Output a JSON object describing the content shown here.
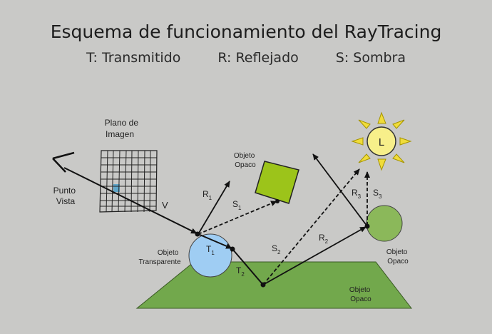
{
  "header": {
    "title": "Esquema de funcionamiento del RayTracing",
    "legend": [
      {
        "key": "T:",
        "label": "Transmitido"
      },
      {
        "key": "R:",
        "label": "Reflejado"
      },
      {
        "key": "S:",
        "label": "Sombra"
      }
    ]
  },
  "diagram": {
    "eye_label": [
      "Punto",
      "Vista"
    ],
    "image_plane_label": [
      "Plano de",
      "Imagen"
    ],
    "cube_label": [
      "Objeto",
      "Opaco"
    ],
    "sphere_label": [
      "Objeto",
      "Transparente"
    ],
    "plane_label": [
      "Objeto",
      "Opaco"
    ],
    "right_sphere_label": [
      "Objeto",
      "Opaco"
    ],
    "light_label": "L",
    "rays": {
      "v": {
        "letter": "V",
        "sub": ""
      },
      "r1": {
        "letter": "R",
        "sub": "1"
      },
      "s1": {
        "letter": "S",
        "sub": "1"
      },
      "t1": {
        "letter": "T",
        "sub": "1"
      },
      "t2": {
        "letter": "T",
        "sub": "2"
      },
      "s2": {
        "letter": "S",
        "sub": "2"
      },
      "r2": {
        "letter": "R",
        "sub": "2"
      },
      "r3": {
        "letter": "R",
        "sub": "3"
      },
      "s3": {
        "letter": "S",
        "sub": "3"
      }
    },
    "colors": {
      "background": "#c9c9c7",
      "ground": "#72a84c",
      "cube": "#9cc41a",
      "transparent_sphere": "#9fcdf3",
      "opaque_sphere": "#8bb85a",
      "sun": "#f7ef8a",
      "sun_ray": "#f0dc3a",
      "pixel": "#5fa6c9"
    }
  }
}
